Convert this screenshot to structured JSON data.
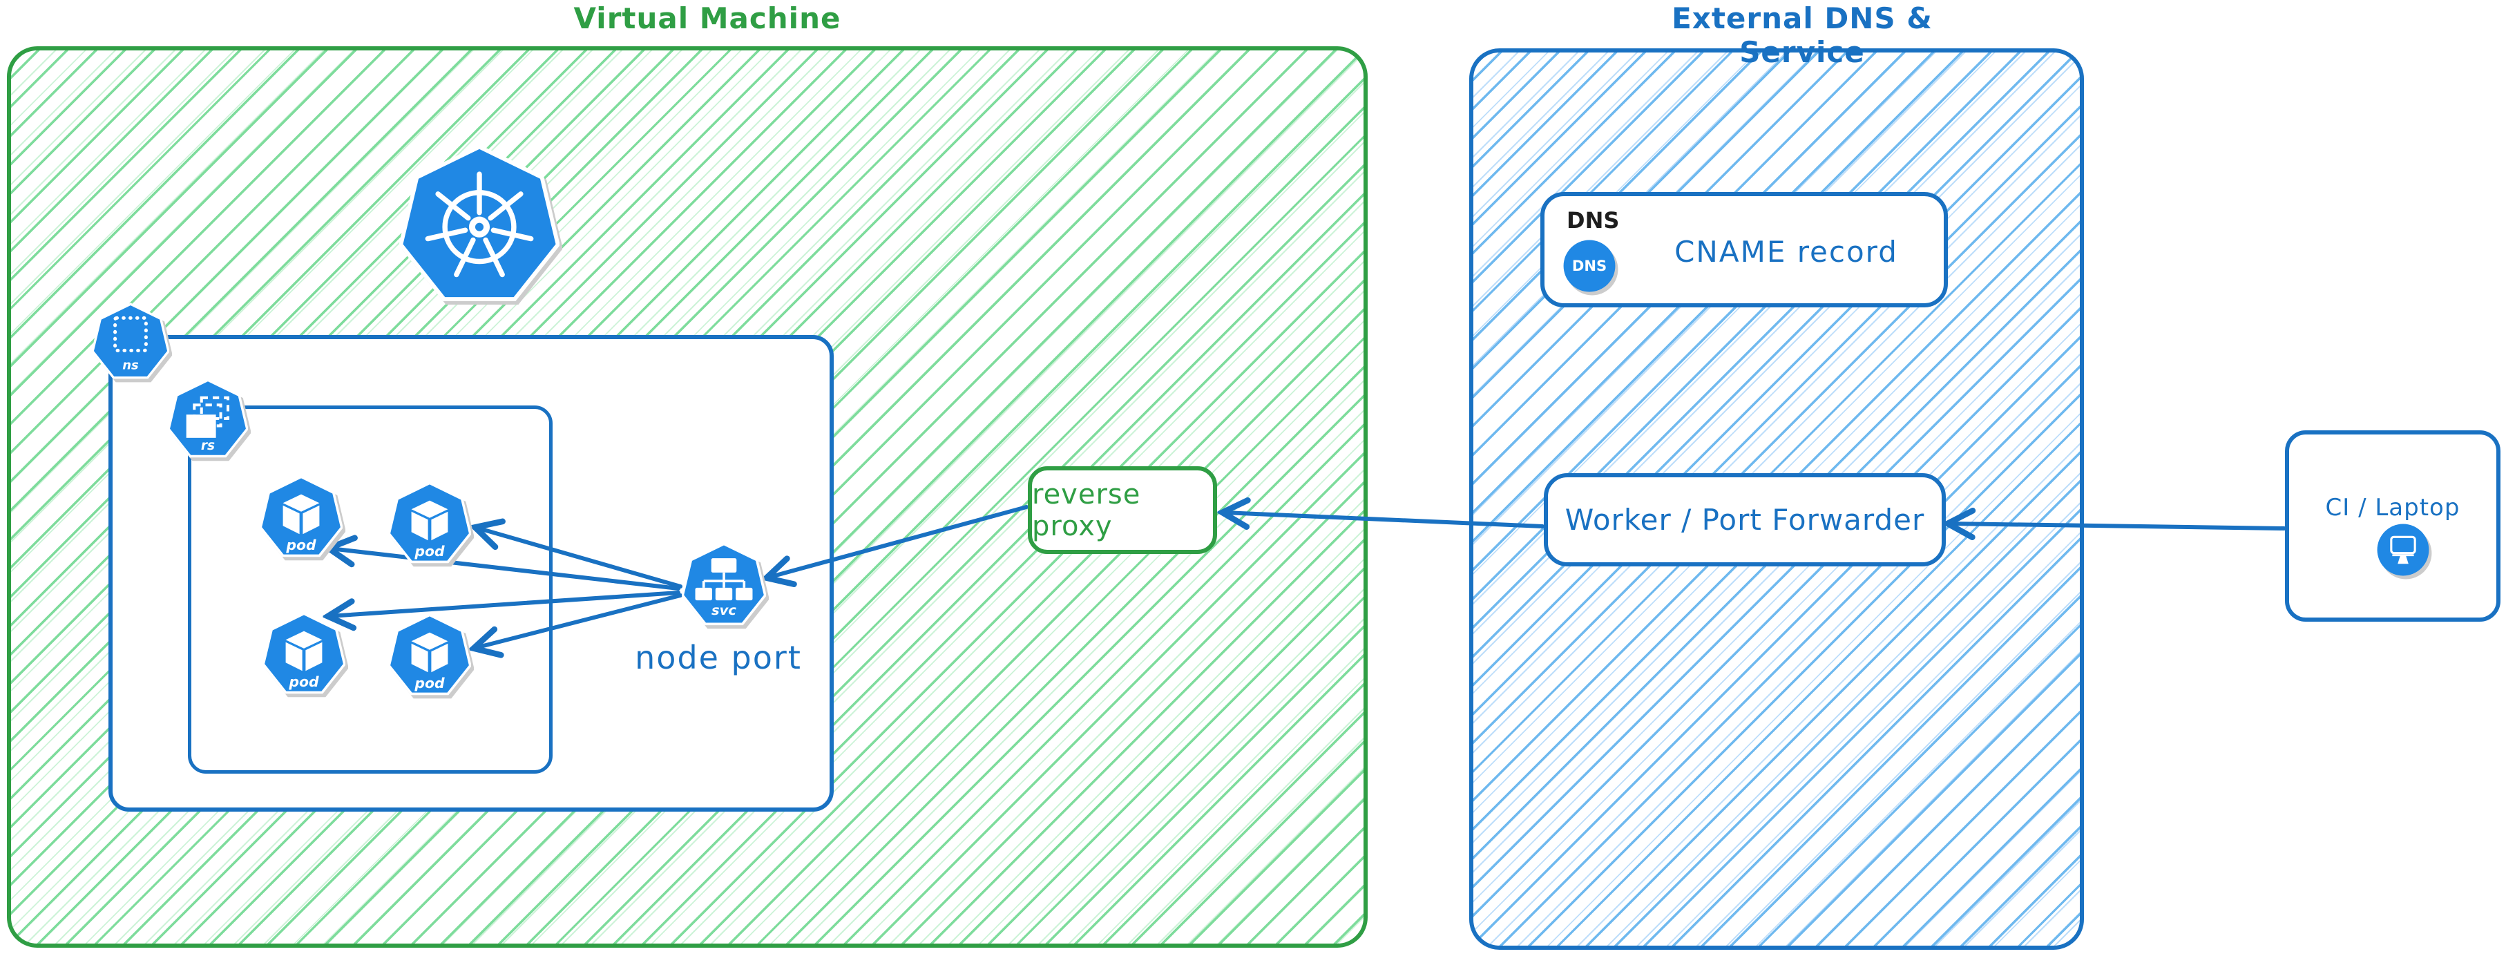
{
  "colors": {
    "green": "#2f9e44",
    "green_hatch": "#7edc9c",
    "blue": "#1971c2",
    "blue_hatch": "#6fb9ef",
    "icon_blue": "#2088e4",
    "label_black": "#1e1e1e"
  },
  "vm": {
    "title": "Virtual Machine",
    "node_port_label": "node port",
    "reverse_proxy_label": "reverse proxy"
  },
  "kubernetes_icons": {
    "logo": "kubernetes-wheel",
    "namespace_label": "ns",
    "replicaset_label": "rs",
    "pod_label": "pod",
    "service_label": "svc"
  },
  "external": {
    "title": "External DNS & Service",
    "dns_tag": "DNS",
    "dns_icon_label": "DNS",
    "cname_label": "CNAME record",
    "worker_label": "Worker / Port Forwarder"
  },
  "ci": {
    "label": "CI / Laptop"
  }
}
